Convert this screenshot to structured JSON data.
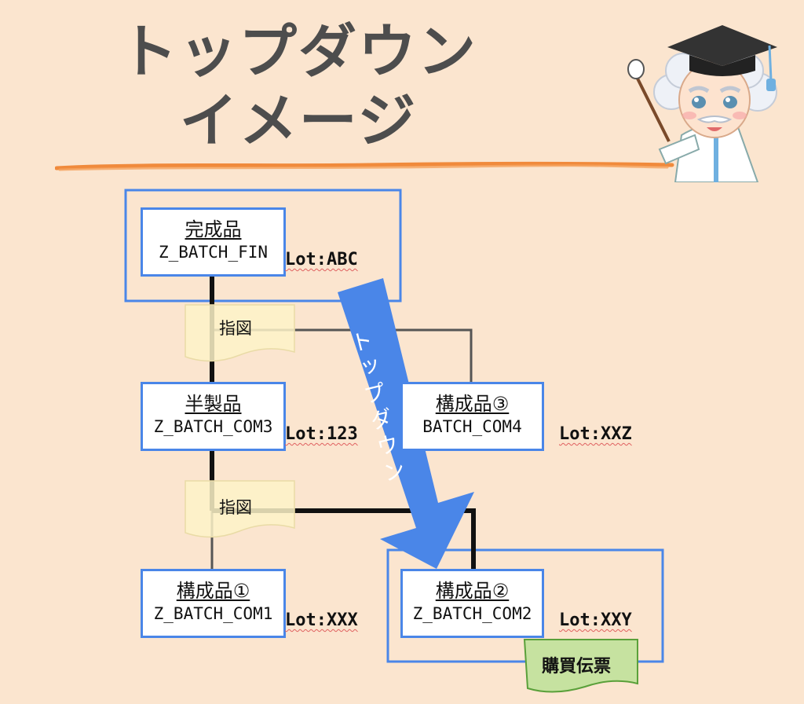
{
  "title": {
    "line1": "トップダウン",
    "line2": "イメージ"
  },
  "arrow": {
    "label": "トップダウン"
  },
  "nodes": {
    "fin": {
      "name": "完成品",
      "code": "Z_BATCH_FIN",
      "lot": "Lot:ABC"
    },
    "com3": {
      "name": "半製品",
      "code": "Z_BATCH_COM3",
      "lot": "Lot:123"
    },
    "com4": {
      "name": "構成品③",
      "code": "BATCH_COM4",
      "lot": "Lot:XXZ"
    },
    "com1": {
      "name": "構成品①",
      "code": "Z_BATCH_COM1",
      "lot": "Lot:XXX"
    },
    "com2": {
      "name": "構成品②",
      "code": "Z_BATCH_COM2",
      "lot": "Lot:XXY"
    }
  },
  "documents": {
    "order1": "指図",
    "order2": "指図",
    "purchase": "購買伝票"
  },
  "colors": {
    "background": "#fbe5cf",
    "node_border": "#4a86e8",
    "arrow": "#4a86e8",
    "document_fill": "#fdf3c8",
    "purchase_fill": "#c6e2a0",
    "underline": "#f08a3c"
  }
}
